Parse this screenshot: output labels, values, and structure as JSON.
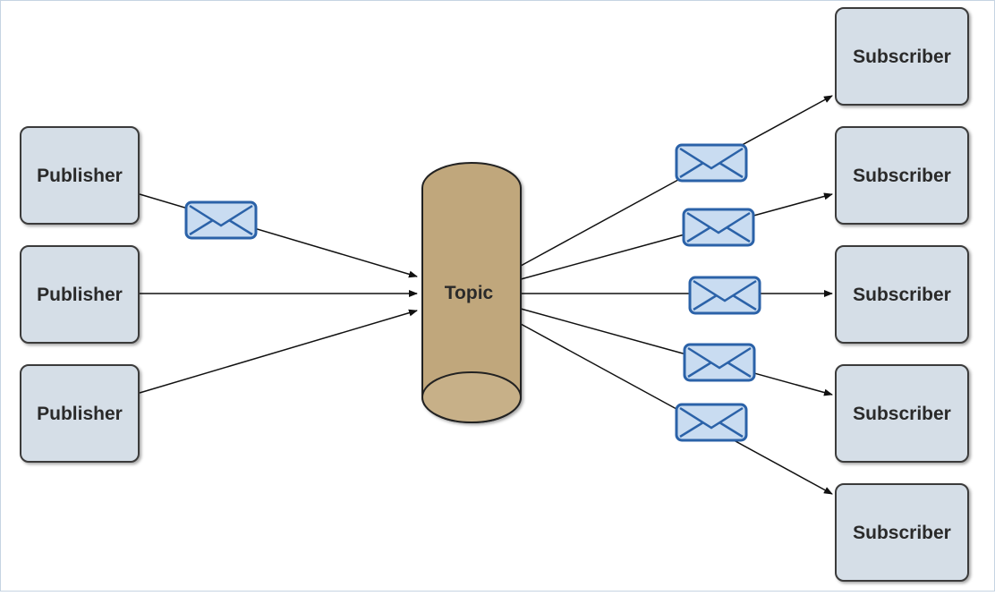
{
  "colors": {
    "node_fill": "#d5dee7",
    "node_stroke": "#3a3a3a",
    "topic_fill": "#c0a77c",
    "topic_top": "#c7b088",
    "envelope_fill": "#c9dcf1",
    "envelope_stroke": "#2b62a8",
    "edge": "#111111",
    "frame": "#c6d4e2"
  },
  "topic": {
    "label": "Topic"
  },
  "publishers": [
    {
      "label": "Publisher"
    },
    {
      "label": "Publisher"
    },
    {
      "label": "Publisher"
    }
  ],
  "subscribers": [
    {
      "label": "Subscriber"
    },
    {
      "label": "Subscriber"
    },
    {
      "label": "Subscriber"
    },
    {
      "label": "Subscriber"
    },
    {
      "label": "Subscriber"
    }
  ],
  "messages": [
    {
      "icon": "envelope-icon"
    },
    {
      "icon": "envelope-icon"
    },
    {
      "icon": "envelope-icon"
    },
    {
      "icon": "envelope-icon"
    },
    {
      "icon": "envelope-icon"
    },
    {
      "icon": "envelope-icon"
    }
  ]
}
